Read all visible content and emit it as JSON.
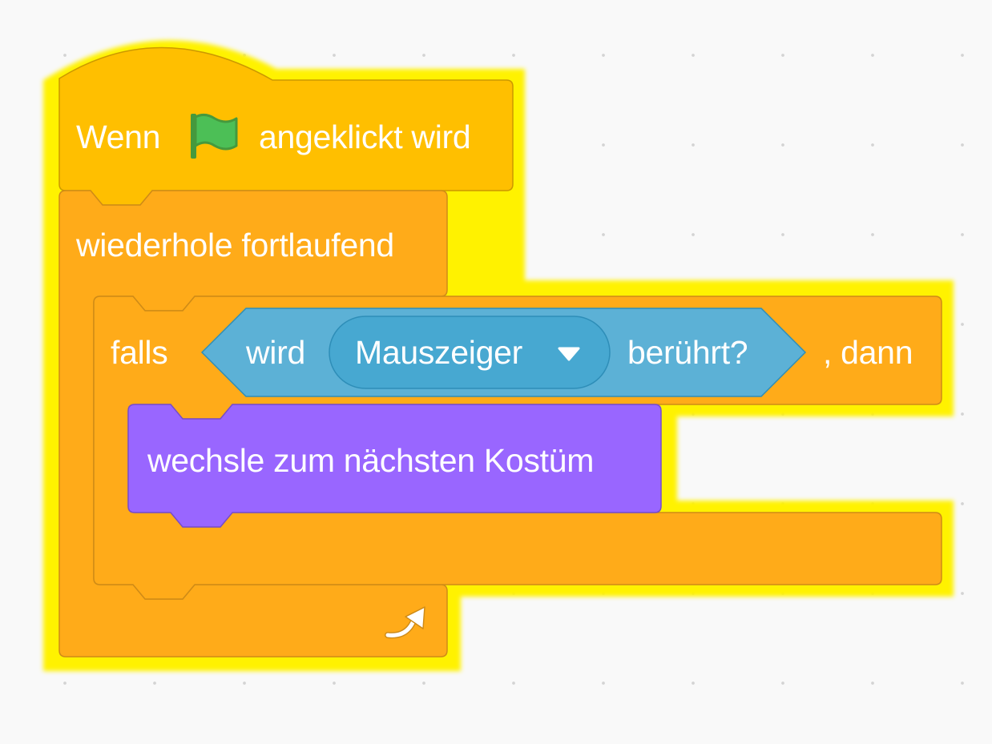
{
  "colors": {
    "events": "#FFBF00",
    "control": "#FFAB19",
    "sensing": "#5CB1D6",
    "sensing_menu": "#47A8D1",
    "looks": "#9966FF",
    "glow": "#FFF200",
    "flag": "#4CBF56",
    "background": "#F9F9F9"
  },
  "script": {
    "hat_block": {
      "label_before": "Wenn",
      "icon": "green-flag-icon",
      "label_after": "angeklickt wird"
    },
    "forever_block": {
      "label": "wiederhole fortlaufend",
      "loop_icon": "loop-arrow-icon"
    },
    "if_block": {
      "label_if": "falls",
      "label_then": ", dann",
      "condition": {
        "label_before": "wird",
        "menu_value": "Mauszeiger",
        "label_after": "berührt?"
      }
    },
    "looks_block": {
      "label": "wechsle zum nächsten Kostüm"
    }
  }
}
